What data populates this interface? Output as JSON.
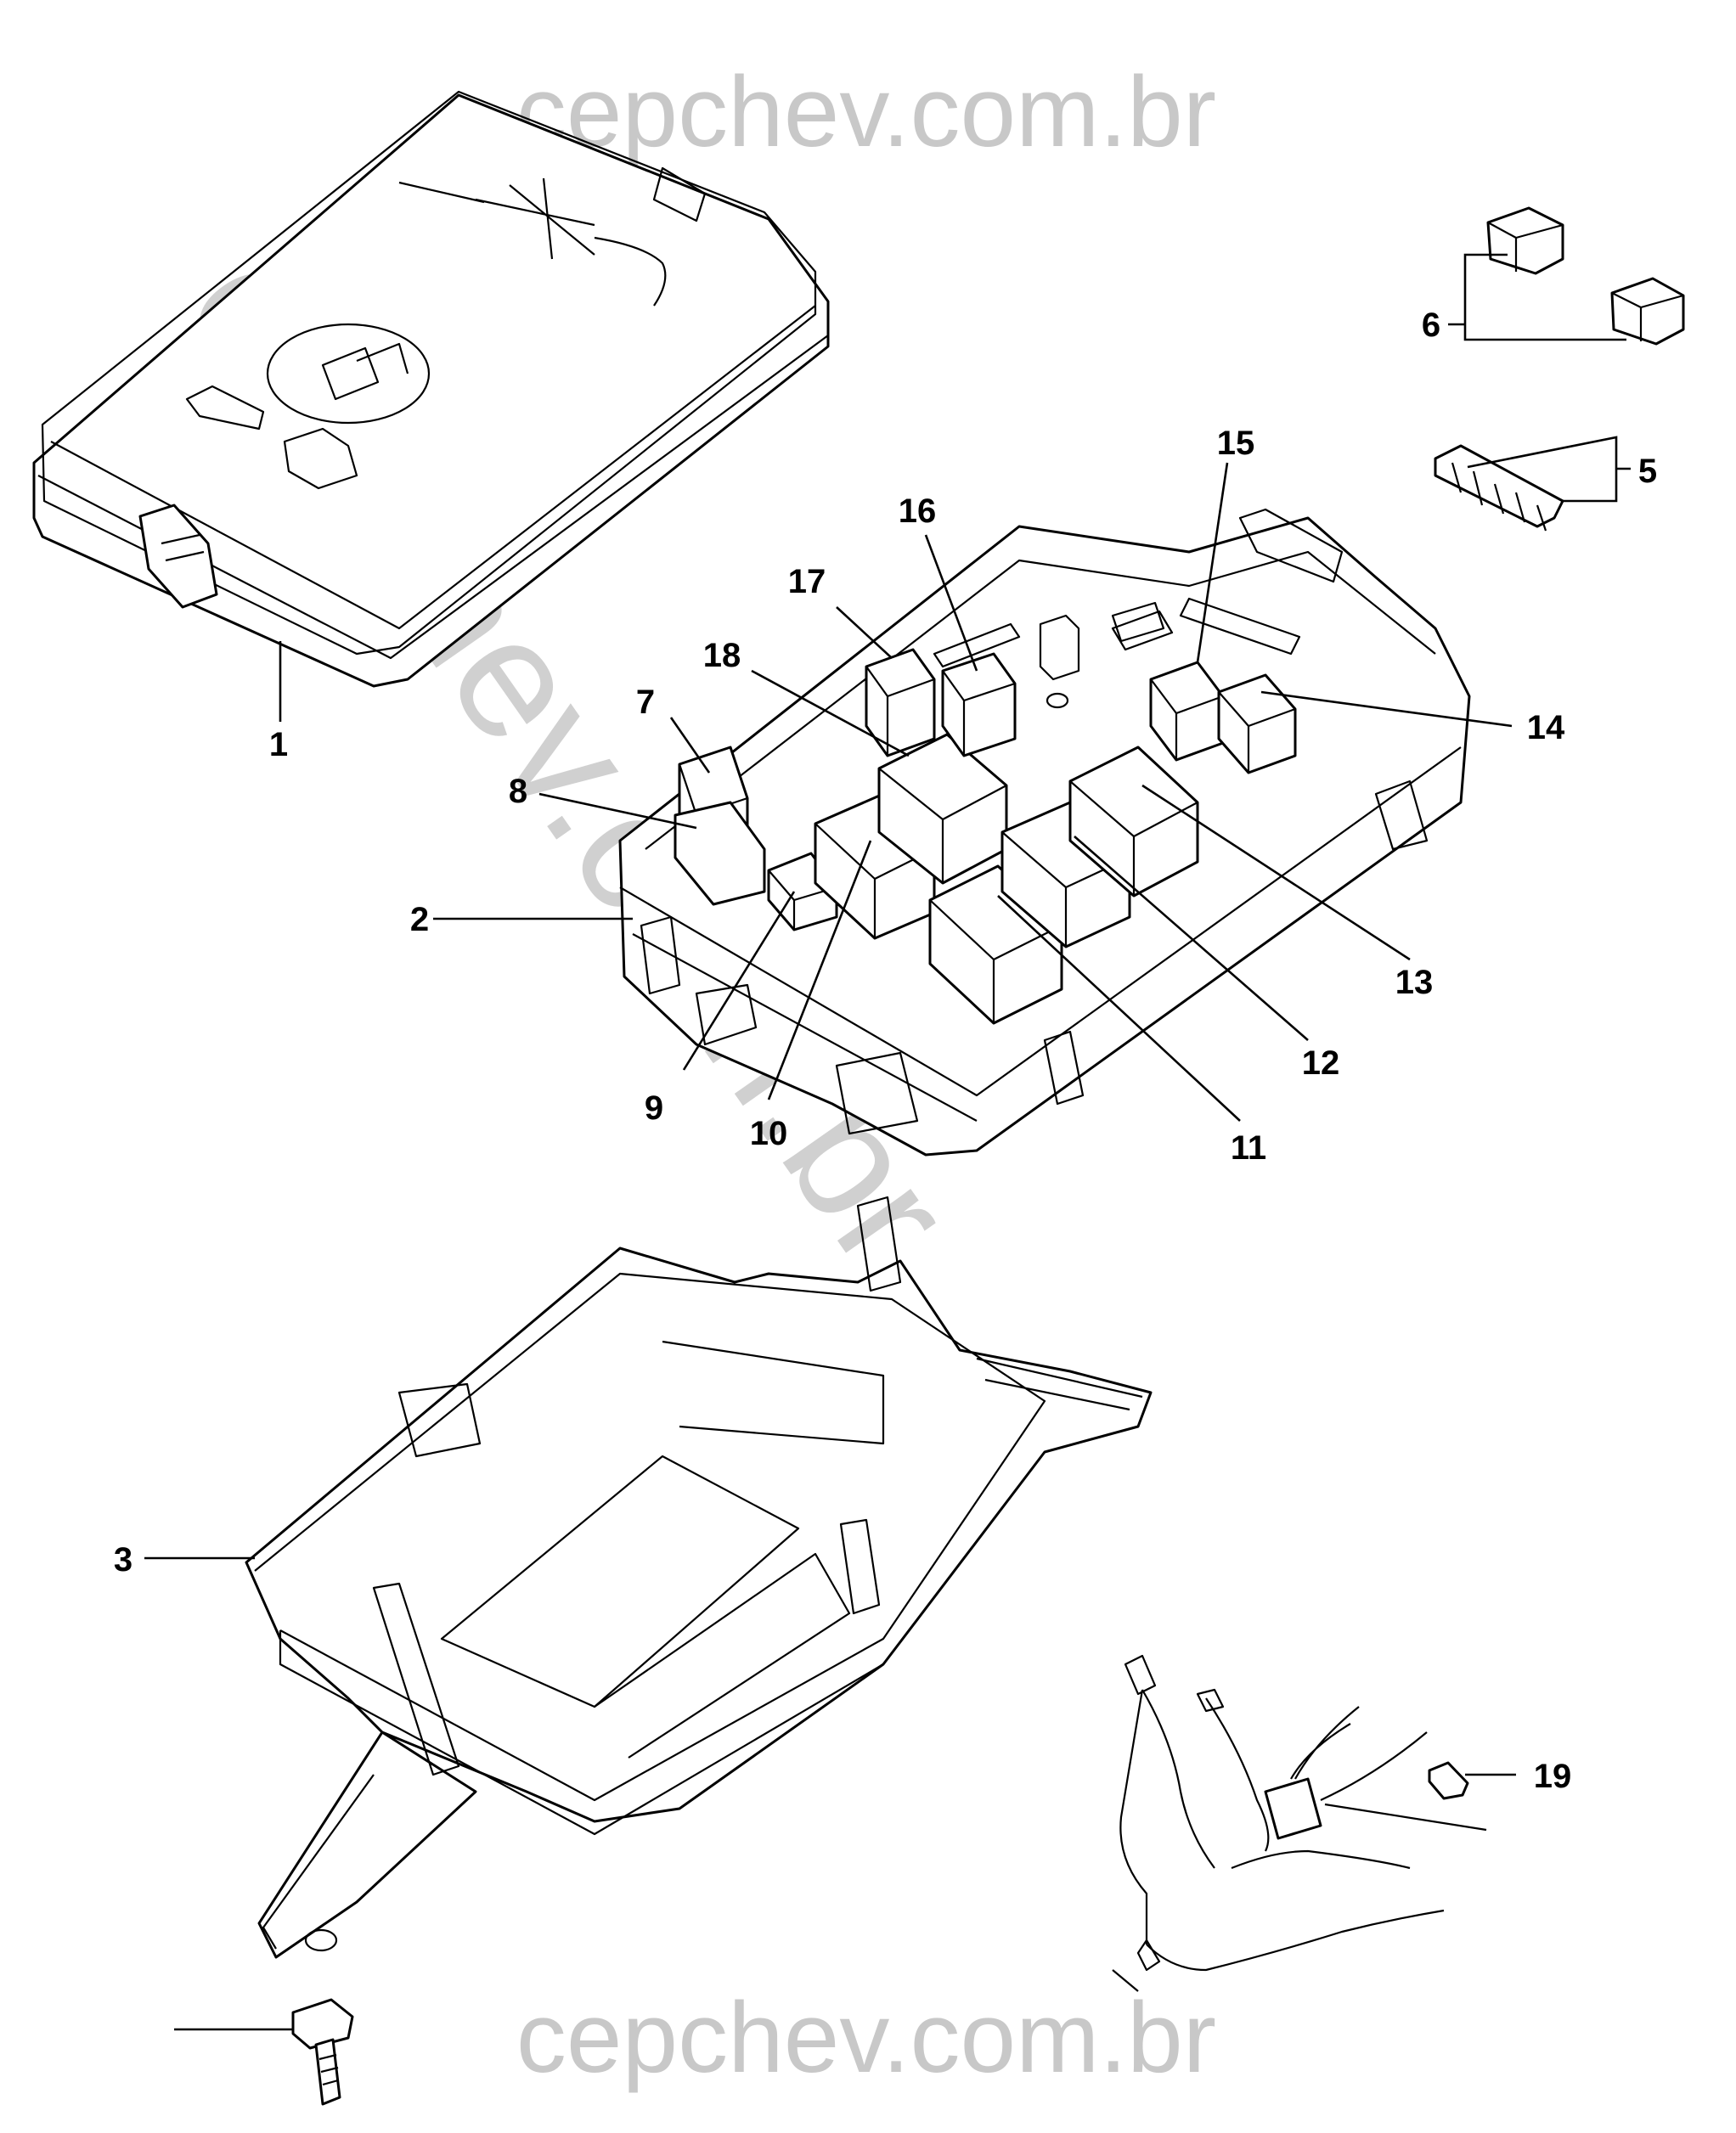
{
  "watermark": {
    "top": "cepchev.com.br",
    "diagonal": "cepchev.com.br",
    "bottom": "cepchev.com.br"
  },
  "callouts": [
    "1",
    "2",
    "3",
    "5",
    "6",
    "7",
    "8",
    "9",
    "10",
    "11",
    "12",
    "13",
    "14",
    "15",
    "16",
    "17",
    "18",
    "19"
  ],
  "colors": {
    "line": "#000000",
    "watermark": "#c8c8c8",
    "background": "#ffffff"
  }
}
